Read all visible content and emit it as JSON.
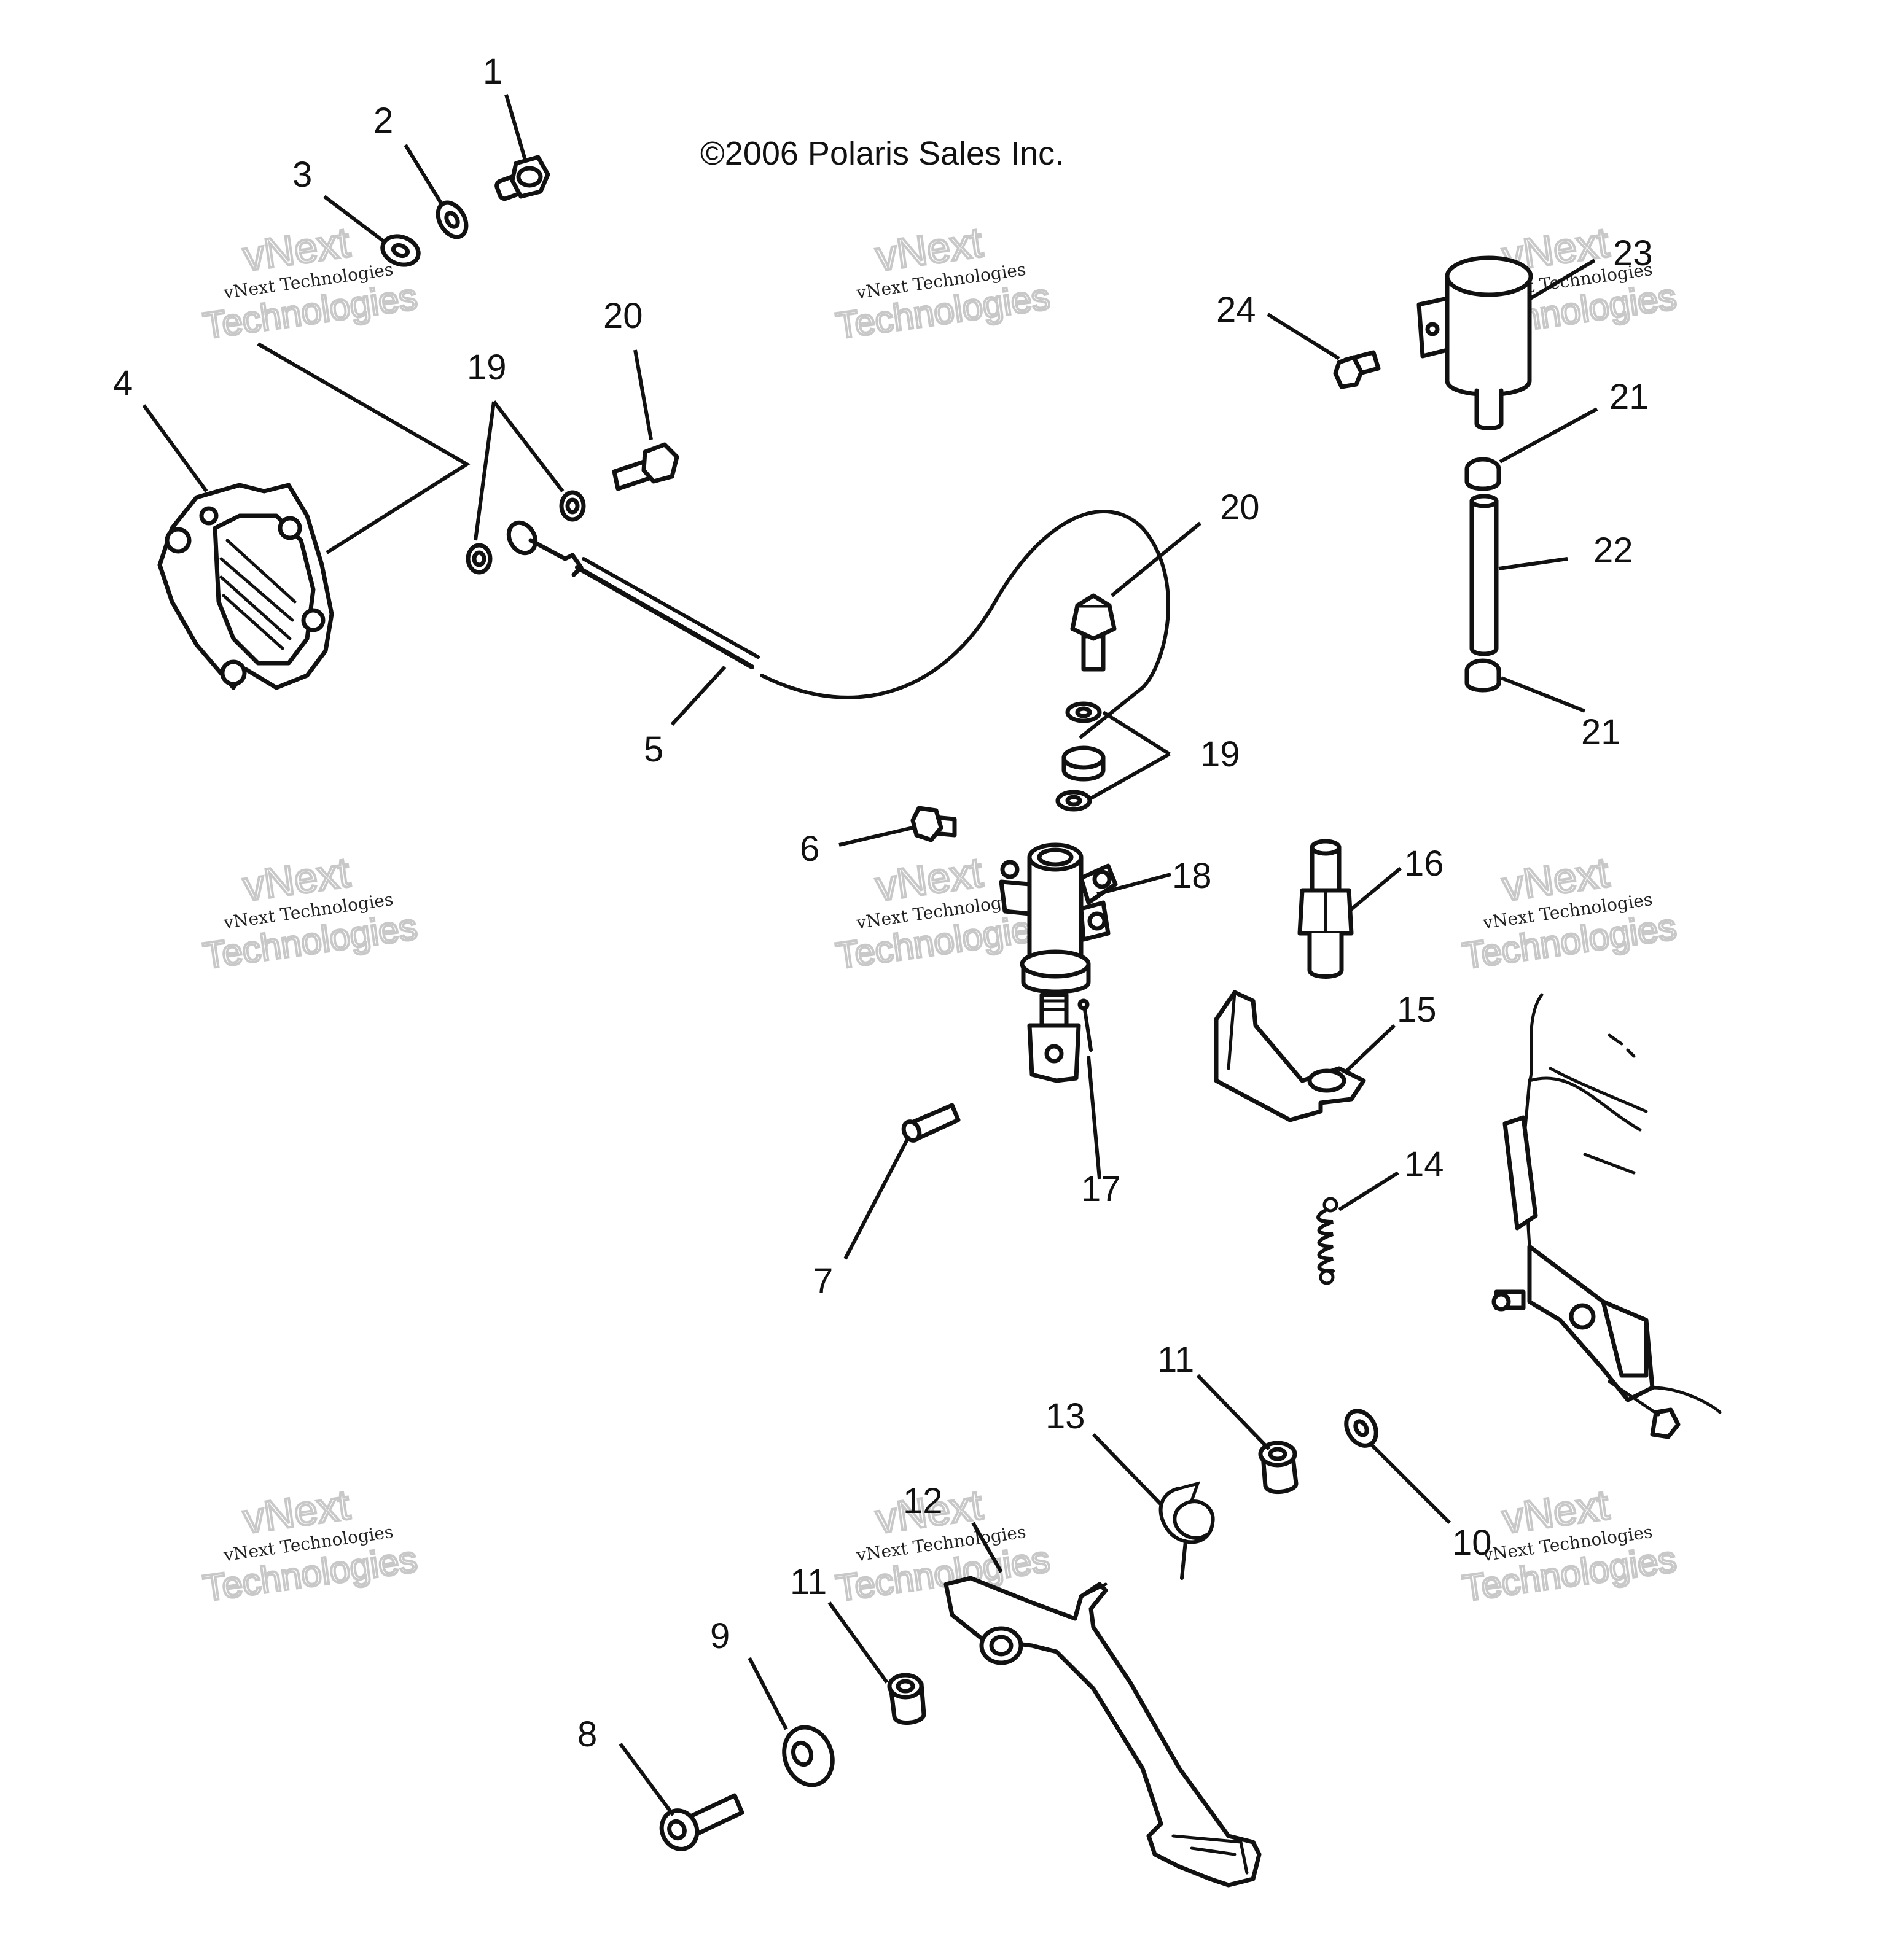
{
  "copyright": "©2006 Polaris Sales Inc.",
  "watermark": {
    "line1": "vNext Technologies",
    "line2": "vNext",
    "line3": "Technologies"
  },
  "labels": [
    {
      "id": "1",
      "text": "1"
    },
    {
      "id": "2",
      "text": "2"
    },
    {
      "id": "3",
      "text": "3"
    },
    {
      "id": "4",
      "text": "4"
    },
    {
      "id": "5",
      "text": "5"
    },
    {
      "id": "6",
      "text": "6"
    },
    {
      "id": "7",
      "text": "7"
    },
    {
      "id": "8",
      "text": "8"
    },
    {
      "id": "9",
      "text": "9"
    },
    {
      "id": "10",
      "text": "10"
    },
    {
      "id": "11a",
      "text": "11"
    },
    {
      "id": "11b",
      "text": "11"
    },
    {
      "id": "12",
      "text": "12"
    },
    {
      "id": "13",
      "text": "13"
    },
    {
      "id": "14",
      "text": "14"
    },
    {
      "id": "15",
      "text": "15"
    },
    {
      "id": "16",
      "text": "16"
    },
    {
      "id": "17",
      "text": "17"
    },
    {
      "id": "18",
      "text": "18"
    },
    {
      "id": "19a",
      "text": "19"
    },
    {
      "id": "19b",
      "text": "19"
    },
    {
      "id": "20a",
      "text": "20"
    },
    {
      "id": "20b",
      "text": "20"
    },
    {
      "id": "21a",
      "text": "21"
    },
    {
      "id": "21b",
      "text": "21"
    },
    {
      "id": "22",
      "text": "22"
    },
    {
      "id": "23",
      "text": "23"
    },
    {
      "id": "24",
      "text": "24"
    }
  ]
}
